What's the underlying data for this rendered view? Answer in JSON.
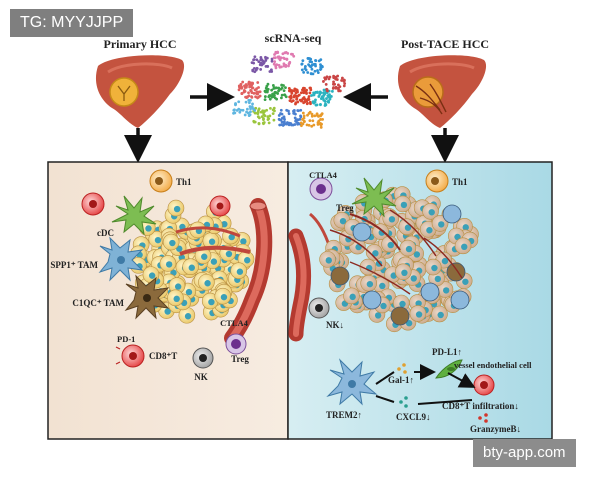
{
  "overlay": {
    "tag_label": "TG: MYYJJPP",
    "watermark": "bty-app.com"
  },
  "top": {
    "primary_title": "Primary HCC",
    "scrna_title": "scRNA-seq",
    "post_title": "Post-TACE HCC"
  },
  "left_panel": {
    "th1": "Th1",
    "cdc": "cDC",
    "spp1_tam": "SPP1⁺ TAM",
    "c1qc_tam": "C1QC⁺ TAM",
    "ctla4": "CTLA4",
    "treg": "Treg",
    "pd1": "PD-1",
    "cd8t": "CD8⁺T",
    "nk": "NK"
  },
  "right_panel": {
    "ctla4": "CTLA4",
    "treg": "Treg",
    "th1": "Th1",
    "nk": "NK↓",
    "pdl1": "PD-L1↑",
    "vessel_endothelial": "vessel endothelial cell",
    "gal1": "Gal-1↑",
    "trem2": "TREM2↑",
    "cd8_infiltration": "CD8⁺T infiltration↓",
    "cxcl9": "CXCL9↓",
    "granzymeb": "GranzymeB↓"
  },
  "colors": {
    "left_panel_bg": "#f5e6d8",
    "right_panel_bg": "#bfe3ec",
    "liver": "#c0503f",
    "tumor_cell": "#f1d27a",
    "tumor_nucleus": "#3aa0b8",
    "vessel": "#c4473c"
  }
}
